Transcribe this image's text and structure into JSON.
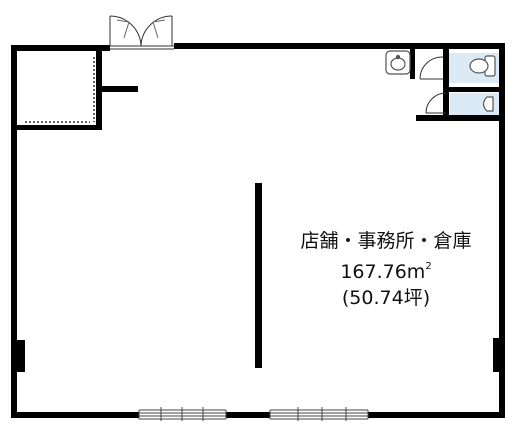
{
  "plan": {
    "room_use": "店舗・事務所・倉庫",
    "area_sqm_number": "167.76",
    "area_sqm_unit": "m",
    "area_sqm_sup": "2",
    "area_tsubo": "(50.74坪)"
  },
  "colors": {
    "wall": "#000000",
    "background": "#ffffff",
    "restroom_fill": "#dbeaf5",
    "fixture_stroke": "#555555",
    "door_stroke": "#333333"
  },
  "icons": [
    "toilet-icon",
    "washbasin-icon",
    "urinal-icon",
    "door-swing-icon",
    "window-icon"
  ]
}
